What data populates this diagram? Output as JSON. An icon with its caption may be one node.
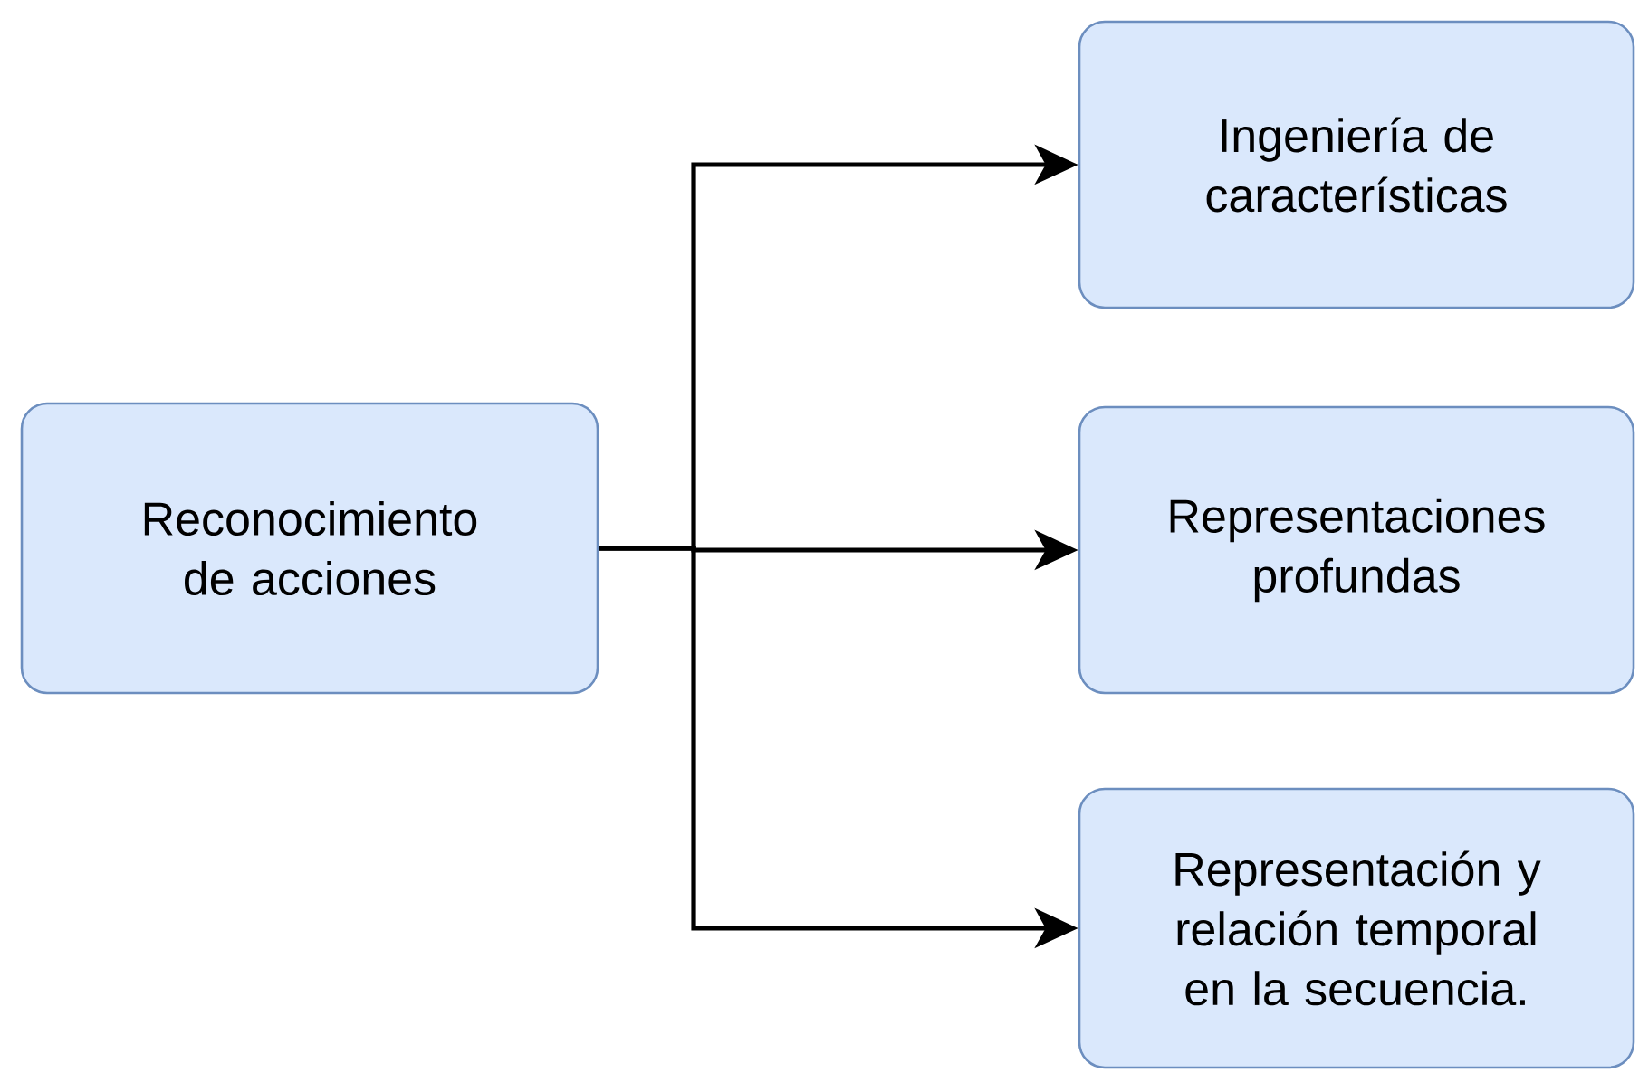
{
  "diagram": {
    "nodes": [
      {
        "text": [
          "Reconocimiento de acciones"
        ]
      },
      {
        "text": [
          "Ingeniería de características"
        ]
      },
      {
        "text": [
          "Representaciones profundas"
        ]
      },
      {
        "text": [
          "Representación y relación temporal en la secuencia."
        ]
      }
    ],
    "edges": [
      {
        "from": 0,
        "to": 1,
        "arrow": "to"
      },
      {
        "from": 0,
        "to": 2,
        "arrow": "to"
      },
      {
        "from": 0,
        "to": 3,
        "arrow": "to"
      }
    ]
  }
}
